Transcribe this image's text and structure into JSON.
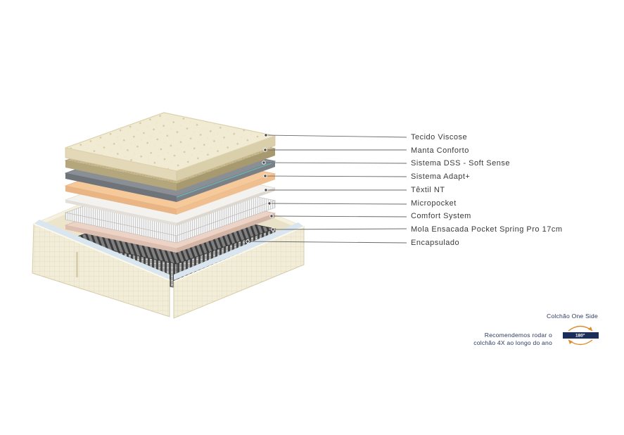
{
  "layers": [
    {
      "label": "Tecido Viscose"
    },
    {
      "label": "Manta Conforto"
    },
    {
      "label": "Sistema DSS - Soft Sense"
    },
    {
      "label": "Sistema Adapt+"
    },
    {
      "label": "Têxtil NT"
    },
    {
      "label": "Micropocket"
    },
    {
      "label": "Comfort System"
    },
    {
      "label": "Mola Ensacada Pocket Spring Pro 17cm"
    },
    {
      "label": "Encapsulado"
    }
  ],
  "rotation": {
    "title": "Colchão One Side",
    "line1": "Recomendemos rodar o",
    "line2": "colchão 4X ao longo do ano",
    "badge": "180°"
  },
  "colors": {
    "label_text": "#3a3a3a",
    "navy": "#1c2d5a",
    "arrow": "#e08a2c",
    "viscose": "#efe8cf",
    "manta": "#c7b88f",
    "dss": "#8a8f96",
    "adapt": "#f6c99b",
    "textil": "#f4f2ef",
    "comfort": "#ecd3c6",
    "springs": "#5a5a5a",
    "encapsulado": "#f0ead3"
  }
}
